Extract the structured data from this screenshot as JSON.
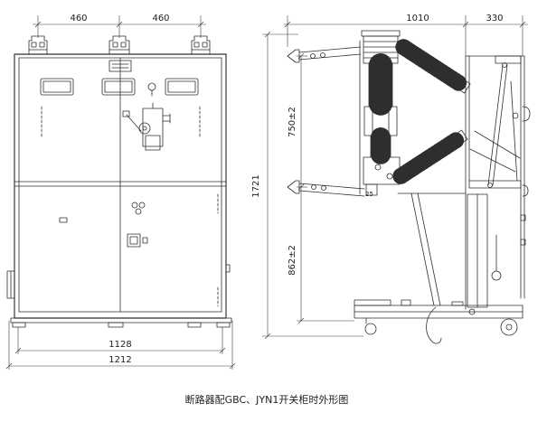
{
  "front_view": {
    "width_dim_left": "460",
    "width_dim_right": "460",
    "inner_width_dim": "1128",
    "overall_width_dim": "1212"
  },
  "side_view": {
    "depth_dim": "1010",
    "rear_depth_dim": "330",
    "height_dim": "1721",
    "upper_contact_dim": "750±2",
    "lower_contact_dim": "862±2",
    "small_dim": "25"
  },
  "caption": "断路器配GBC、JYN1开关柜时外形图",
  "colors": {
    "line": "#2e2e2e",
    "background": "#ffffff"
  }
}
